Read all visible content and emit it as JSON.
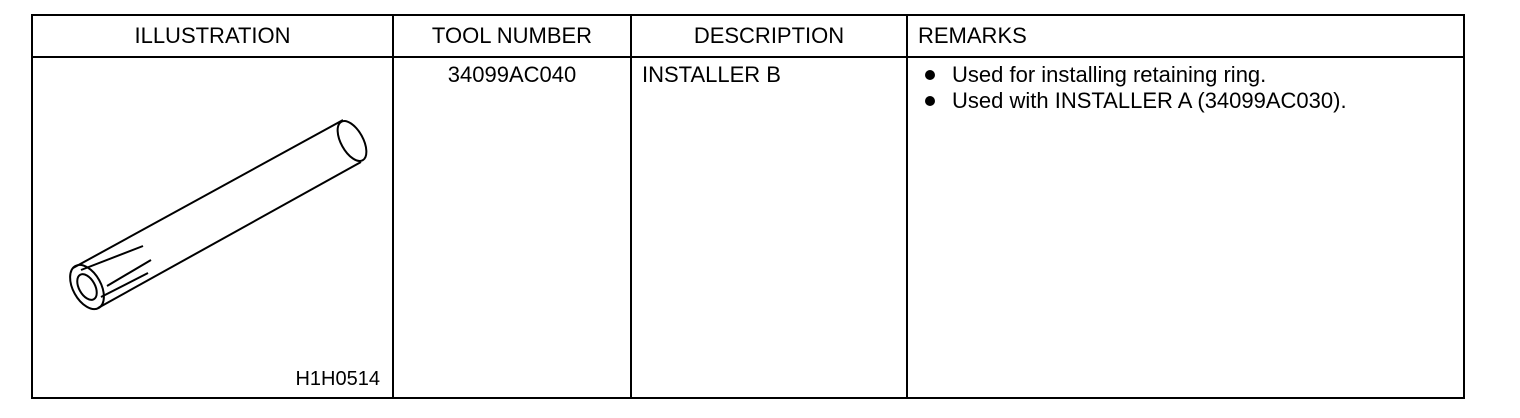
{
  "headers": {
    "illustration": "ILLUSTRATION",
    "tool_number": "TOOL NUMBER",
    "description": "DESCRIPTION",
    "remarks": "REMARKS"
  },
  "row": {
    "figure_code": "H1H0514",
    "illustration_icon": "installer-tube-icon",
    "tool_number": "34099AC040",
    "description": "INSTALLER B",
    "remarks": [
      "Used for installing retaining ring.",
      "Used with INSTALLER A (34099AC030)."
    ]
  }
}
